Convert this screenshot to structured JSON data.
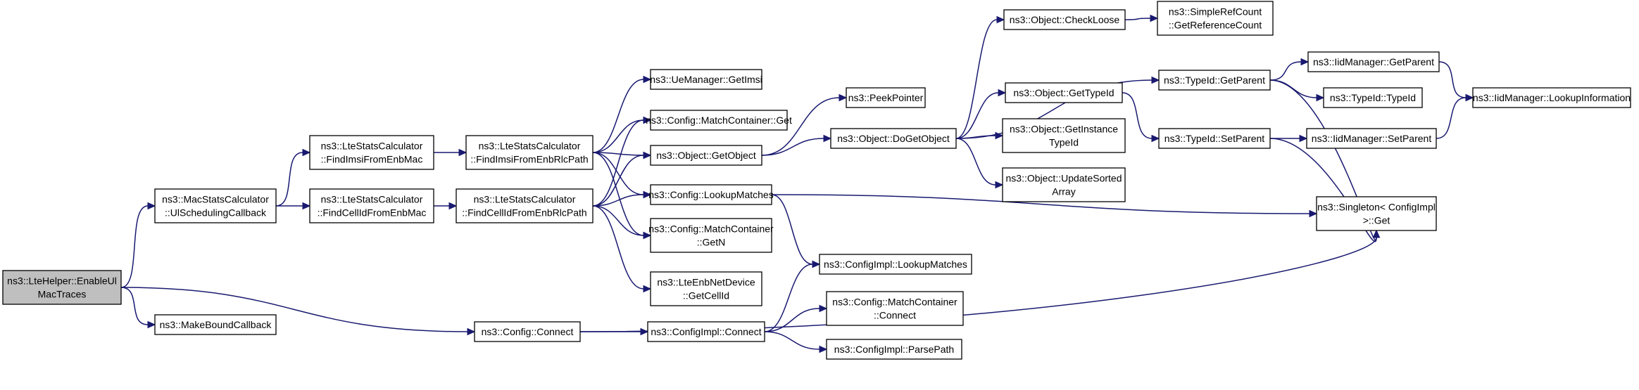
{
  "diagram": {
    "type": "call-graph",
    "colors": {
      "edge": "#191970",
      "root_fill": "#bfbfbf",
      "node_fill": "#ffffff",
      "node_border": "#000000"
    },
    "nodes": [
      {
        "id": "enable_ul_mac_traces",
        "lines": [
          "ns3::LteHelper::EnableUl",
          "MacTraces"
        ],
        "root": true
      },
      {
        "id": "mac_stats_ul_sched",
        "lines": [
          "ns3::MacStatsCalculator",
          "::UlSchedulingCallback"
        ]
      },
      {
        "id": "make_bound_callback",
        "lines": [
          "ns3::MakeBoundCallback"
        ]
      },
      {
        "id": "config_connect",
        "lines": [
          "ns3::Config::Connect"
        ]
      },
      {
        "id": "find_imsi_enb_mac",
        "lines": [
          "ns3::LteStatsCalculator",
          "::FindImsiFromEnbMac"
        ]
      },
      {
        "id": "find_cellid_enb_mac",
        "lines": [
          "ns3::LteStatsCalculator",
          "::FindCellIdFromEnbMac"
        ]
      },
      {
        "id": "find_imsi_enb_rlc",
        "lines": [
          "ns3::LteStatsCalculator",
          "::FindImsiFromEnbRlcPath"
        ]
      },
      {
        "id": "find_cellid_enb_rlc",
        "lines": [
          "ns3::LteStatsCalculator",
          "::FindCellIdFromEnbRlcPath"
        ]
      },
      {
        "id": "ue_manager_get_imsi",
        "lines": [
          "ns3::UeManager::GetImsi"
        ]
      },
      {
        "id": "match_container_get",
        "lines": [
          "ns3::Config::MatchContainer::Get"
        ]
      },
      {
        "id": "object_get_object",
        "lines": [
          "ns3::Object::GetObject"
        ]
      },
      {
        "id": "config_lookup_matches",
        "lines": [
          "ns3::Config::LookupMatches"
        ]
      },
      {
        "id": "match_container_getn",
        "lines": [
          "ns3::Config::MatchContainer",
          "::GetN"
        ]
      },
      {
        "id": "enb_net_device_get_cellid",
        "lines": [
          "ns3::LteEnbNetDevice",
          "::GetCellId"
        ]
      },
      {
        "id": "config_impl_connect",
        "lines": [
          "ns3::ConfigImpl::Connect"
        ]
      },
      {
        "id": "peek_pointer",
        "lines": [
          "ns3::PeekPointer"
        ]
      },
      {
        "id": "object_do_get_object",
        "lines": [
          "ns3::Object::DoGetObject"
        ]
      },
      {
        "id": "config_impl_lookup_matches",
        "lines": [
          "ns3::ConfigImpl::LookupMatches"
        ]
      },
      {
        "id": "match_container_connect",
        "lines": [
          "ns3::Config::MatchContainer",
          "::Connect"
        ]
      },
      {
        "id": "config_impl_parse_path",
        "lines": [
          "ns3::ConfigImpl::ParsePath"
        ]
      },
      {
        "id": "object_check_loose",
        "lines": [
          "ns3::Object::CheckLoose"
        ]
      },
      {
        "id": "object_get_typeid",
        "lines": [
          "ns3::Object::GetTypeId"
        ]
      },
      {
        "id": "object_get_instance_typeid",
        "lines": [
          "ns3::Object::GetInstance",
          "TypeId"
        ]
      },
      {
        "id": "object_update_sorted_array",
        "lines": [
          "ns3::Object::UpdateSorted",
          "Array"
        ]
      },
      {
        "id": "simple_ref_count_get_ref",
        "lines": [
          "ns3::SimpleRefCount",
          "::GetReferenceCount"
        ]
      },
      {
        "id": "typeid_get_parent",
        "lines": [
          "ns3::TypeId::GetParent"
        ]
      },
      {
        "id": "typeid_set_parent",
        "lines": [
          "ns3::TypeId::SetParent"
        ]
      },
      {
        "id": "singleton_get",
        "lines": [
          "ns3::Singleton< ConfigImpl",
          " >::Get"
        ]
      },
      {
        "id": "iid_manager_get_parent",
        "lines": [
          "ns3::IidManager::GetParent"
        ]
      },
      {
        "id": "typeid_typeid",
        "lines": [
          "ns3::TypeId::TypeId"
        ]
      },
      {
        "id": "iid_manager_set_parent",
        "lines": [
          "ns3::IidManager::SetParent"
        ]
      },
      {
        "id": "iid_manager_lookup_info",
        "lines": [
          "ns3::IidManager::LookupInformation"
        ]
      }
    ],
    "edges": [
      [
        "enable_ul_mac_traces",
        "mac_stats_ul_sched"
      ],
      [
        "enable_ul_mac_traces",
        "make_bound_callback"
      ],
      [
        "enable_ul_mac_traces",
        "config_connect"
      ],
      [
        "mac_stats_ul_sched",
        "find_imsi_enb_mac"
      ],
      [
        "mac_stats_ul_sched",
        "find_cellid_enb_mac"
      ],
      [
        "find_imsi_enb_mac",
        "find_imsi_enb_rlc"
      ],
      [
        "find_cellid_enb_mac",
        "find_cellid_enb_rlc"
      ],
      [
        "find_imsi_enb_rlc",
        "ue_manager_get_imsi"
      ],
      [
        "find_imsi_enb_rlc",
        "match_container_get"
      ],
      [
        "find_imsi_enb_rlc",
        "object_get_object"
      ],
      [
        "find_imsi_enb_rlc",
        "config_lookup_matches"
      ],
      [
        "find_imsi_enb_rlc",
        "match_container_getn"
      ],
      [
        "find_cellid_enb_rlc",
        "match_container_get"
      ],
      [
        "find_cellid_enb_rlc",
        "object_get_object"
      ],
      [
        "find_cellid_enb_rlc",
        "config_lookup_matches"
      ],
      [
        "find_cellid_enb_rlc",
        "match_container_getn"
      ],
      [
        "find_cellid_enb_rlc",
        "enb_net_device_get_cellid"
      ],
      [
        "object_get_object",
        "peek_pointer"
      ],
      [
        "object_get_object",
        "object_do_get_object"
      ],
      [
        "config_lookup_matches",
        "config_impl_lookup_matches"
      ],
      [
        "config_lookup_matches",
        "singleton_get"
      ],
      [
        "config_connect",
        "config_impl_connect"
      ],
      [
        "config_connect",
        "singleton_get"
      ],
      [
        "config_impl_connect",
        "config_impl_lookup_matches"
      ],
      [
        "config_impl_connect",
        "match_container_connect"
      ],
      [
        "config_impl_connect",
        "config_impl_parse_path"
      ],
      [
        "object_do_get_object",
        "object_check_loose"
      ],
      [
        "object_do_get_object",
        "typeid_get_parent"
      ],
      [
        "object_do_get_object",
        "object_get_typeid"
      ],
      [
        "object_do_get_object",
        "object_get_instance_typeid"
      ],
      [
        "object_do_get_object",
        "object_update_sorted_array"
      ],
      [
        "object_check_loose",
        "simple_ref_count_get_ref"
      ],
      [
        "object_get_typeid",
        "typeid_set_parent"
      ],
      [
        "typeid_get_parent",
        "iid_manager_get_parent"
      ],
      [
        "typeid_get_parent",
        "typeid_typeid"
      ],
      [
        "typeid_get_parent",
        "singleton_get"
      ],
      [
        "typeid_set_parent",
        "iid_manager_set_parent"
      ],
      [
        "typeid_set_parent",
        "singleton_get"
      ],
      [
        "iid_manager_get_parent",
        "iid_manager_lookup_info"
      ],
      [
        "iid_manager_set_parent",
        "iid_manager_lookup_info"
      ]
    ]
  }
}
